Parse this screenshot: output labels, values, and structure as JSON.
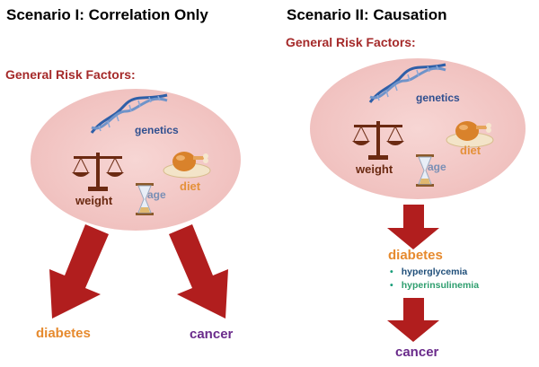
{
  "scenario1": {
    "title": "Scenario I: Correlation Only",
    "risk_title": "General Risk Factors:",
    "factors": {
      "genetics": "genetics",
      "weight": "weight",
      "diet": "diet",
      "age": "age"
    },
    "outcomes": {
      "diabetes": "diabetes",
      "cancer": "cancer"
    }
  },
  "scenario2": {
    "title": "Scenario II: Causation",
    "risk_title": "General Risk Factors:",
    "factors": {
      "genetics": "genetics",
      "weight": "weight",
      "diet": "diet",
      "age": "age"
    },
    "diabetes": "diabetes",
    "bullets": [
      "hyperglycemia",
      "hyperinsulinemia"
    ],
    "cancer": "cancer"
  },
  "colors": {
    "arrow": "#b11e1e",
    "ellipse": "#f1c3c1",
    "risk_title": "#a52a2a",
    "diabetes": "#e68a2e",
    "cancer": "#6a2b8b"
  },
  "icons": [
    "dna-icon",
    "scale-icon",
    "hourglass-icon",
    "turkey-icon",
    "arrow-icon"
  ]
}
